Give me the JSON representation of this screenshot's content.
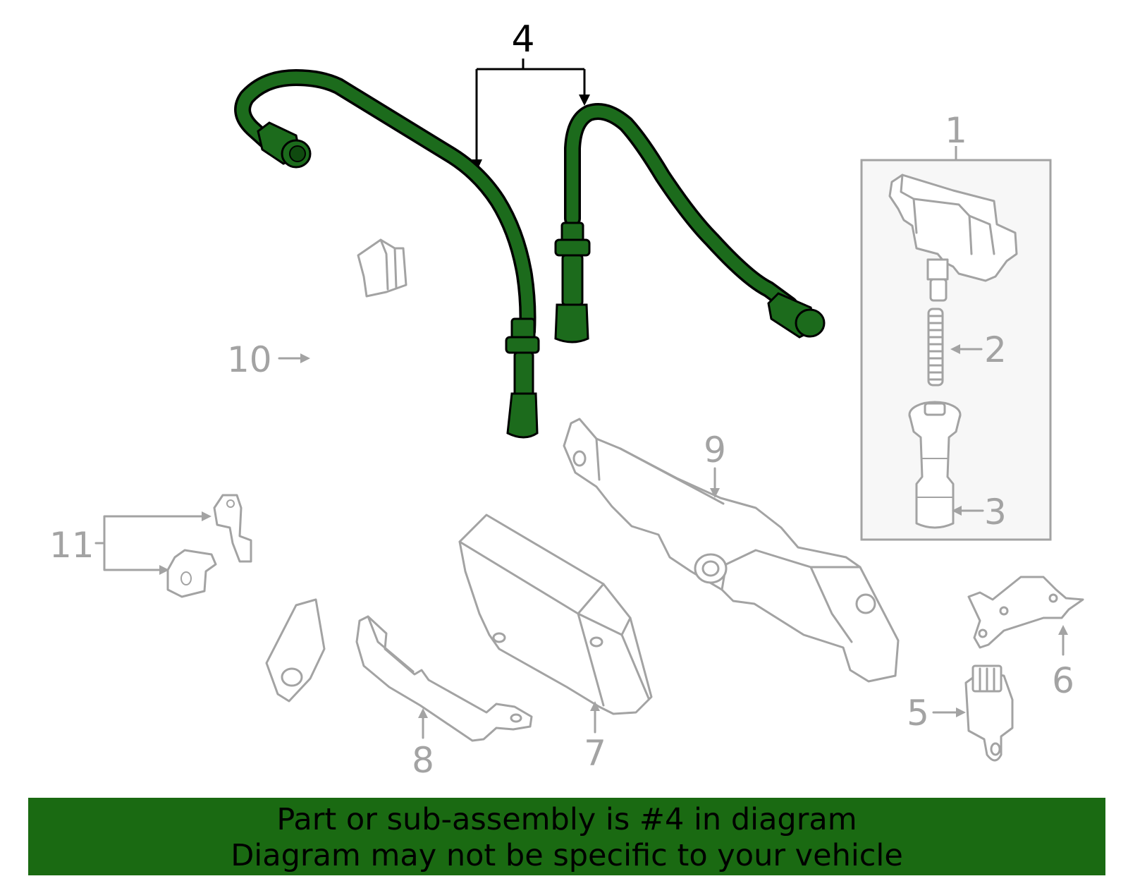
{
  "callouts": {
    "c1": "1",
    "c2": "2",
    "c3": "3",
    "c4": "4",
    "c5": "5",
    "c6": "6",
    "c7": "7",
    "c8": "8",
    "c9": "9",
    "c10": "10",
    "c11": "11"
  },
  "banner": {
    "line1": "Part or sub-assembly is #4 in diagram",
    "line2": "Diagram may not be specific to your vehicle"
  },
  "colors": {
    "highlight_green": "#1c6b1c",
    "banner_green": "#1a6a12",
    "outline_gray": "#a3a3a3"
  }
}
